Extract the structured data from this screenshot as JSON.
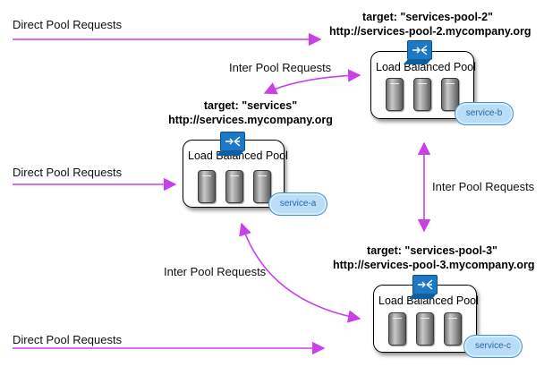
{
  "colors": {
    "arrow": "#c840e6",
    "switch": "#1d79c6",
    "cloud": "#b9dcf7"
  },
  "flows": {
    "direct_top": "Direct Pool Requests",
    "direct_mid": "Direct Pool Requests",
    "direct_bottom": "Direct Pool Requests",
    "inter_top": "Inter Pool Requests",
    "inter_right": "Inter Pool Requests",
    "inter_bottom": "Inter Pool Requests"
  },
  "pools": {
    "a": {
      "target": "target: \"services\"",
      "url": "http://services.mycompany.org",
      "label": "Load Balanced Pool",
      "service": "service-a",
      "icon": "network-switch-icon"
    },
    "b": {
      "target": "target: \"services-pool-2\"",
      "url": "http://services-pool-2.mycompany.org",
      "label": "Load Balanced Pool",
      "service": "service-b",
      "icon": "network-switch-icon"
    },
    "c": {
      "target": "target: \"services-pool-3\"",
      "url": "http://services-pool-3.mycompany.org",
      "label": "Load Balanced Pool",
      "service": "service-c",
      "icon": "network-switch-icon"
    }
  }
}
